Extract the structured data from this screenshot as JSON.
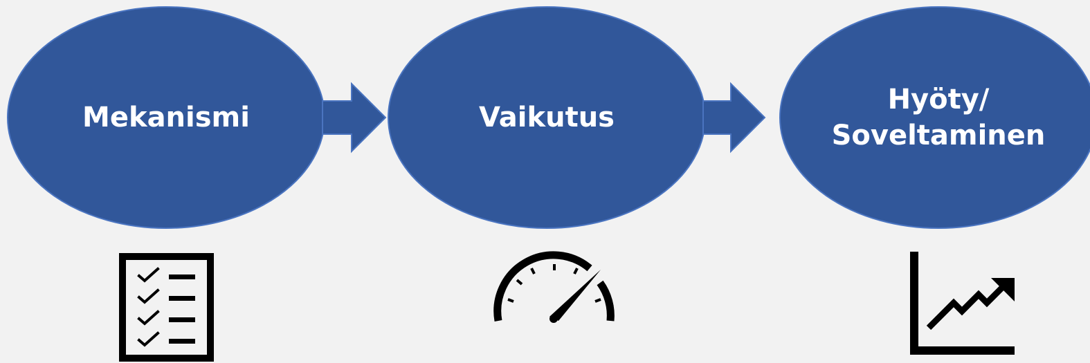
{
  "diagram": {
    "nodes": [
      {
        "id": "mekanismi",
        "lines": [
          "Mekanismi"
        ]
      },
      {
        "id": "vaikutus",
        "lines": [
          "Vaikutus"
        ]
      },
      {
        "id": "hyoty",
        "lines": [
          "Hyöty/",
          "Soveltaminen"
        ]
      }
    ],
    "icons": [
      "checklist-icon",
      "speedometer-icon",
      "growth-chart-icon"
    ],
    "colors": {
      "node_fill": "#31579a",
      "node_stroke": "#4a74c0",
      "background": "#f2f2f2",
      "text": "#ffffff",
      "icon": "#000000"
    }
  }
}
